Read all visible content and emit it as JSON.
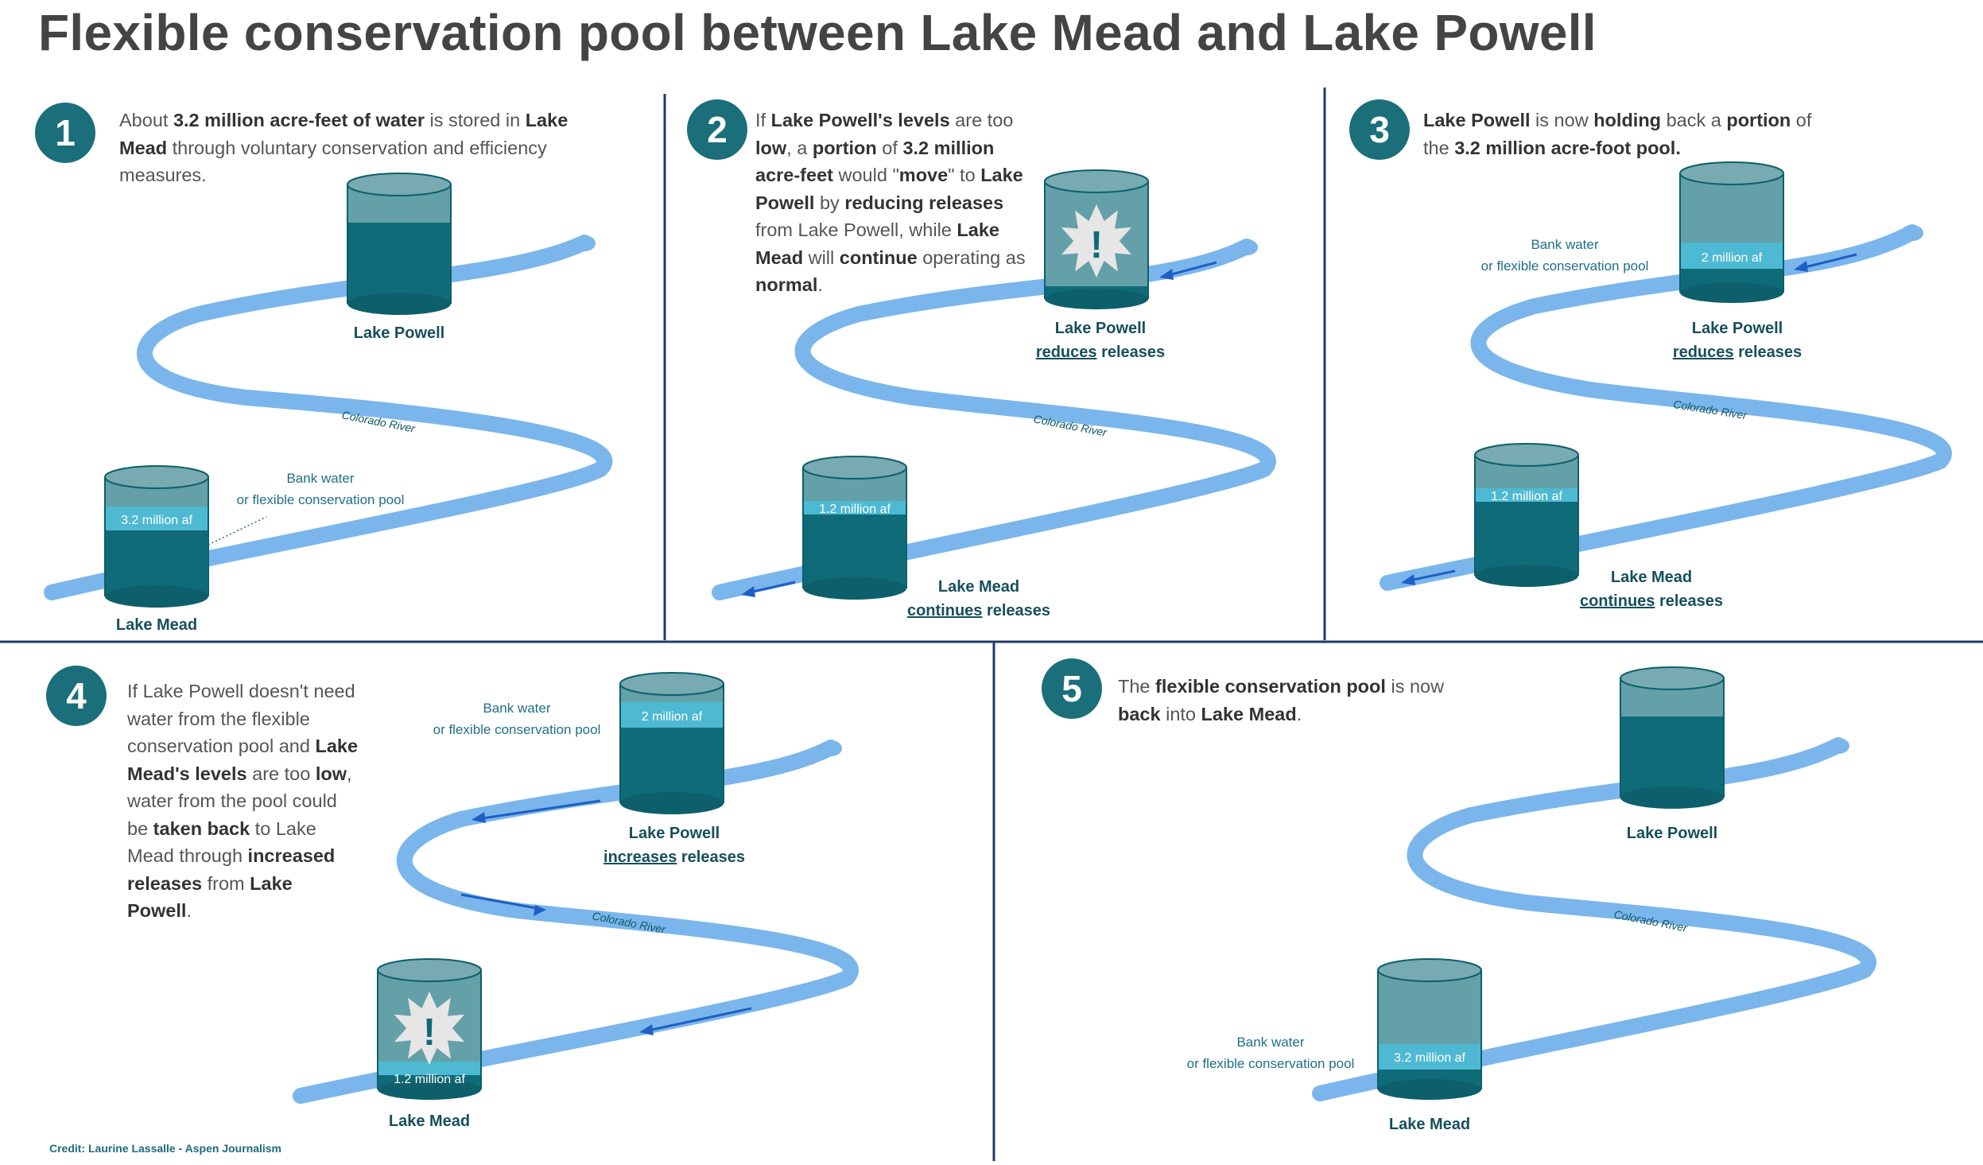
{
  "title": "Flexible conservation pool between Lake Mead and Lake Powell",
  "credit": "Credit: Laurine Lassalle - Aspen Journalism",
  "colors": {
    "teal_dark": "#0f6b78",
    "teal_light": "#64a0a8",
    "banked": "#4eb9d3",
    "river": "#7ab6ec",
    "arrow": "#1f5fc4",
    "divider": "#1f3a6b"
  },
  "labels": {
    "lake_powell": "Lake Powell",
    "lake_mead": "Lake Mead",
    "river": "Colorado River",
    "bank_line1": "Bank water",
    "bank_line2": "or flexible conservation pool",
    "reduces": "reduces",
    "increases": "increases",
    "continues": "continues",
    "releases": " releases",
    "af_32": "3.2 million af",
    "af_12": "1.2 million af",
    "af_2": "2 million af",
    "alert": "!"
  },
  "steps": [
    {
      "number": "1",
      "text": [
        {
          "t": "About ",
          "b": false
        },
        {
          "t": "3.2 million acre-feet of water",
          "b": true
        },
        {
          "t": " is stored in ",
          "b": false
        },
        {
          "t": "Lake Mead",
          "b": true
        },
        {
          "t": " through voluntary conservation and efficiency measures.",
          "b": false
        }
      ]
    },
    {
      "number": "2",
      "text": [
        {
          "t": "If ",
          "b": false
        },
        {
          "t": "Lake Powell's levels",
          "b": true
        },
        {
          "t": " are too ",
          "b": false
        },
        {
          "t": "low",
          "b": true
        },
        {
          "t": ", a ",
          "b": false
        },
        {
          "t": "portion",
          "b": true
        },
        {
          "t": " of ",
          "b": false
        },
        {
          "t": "3.2 million acre-feet",
          "b": true
        },
        {
          "t": " would \"",
          "b": false
        },
        {
          "t": "move",
          "b": true
        },
        {
          "t": "\" to ",
          "b": false
        },
        {
          "t": "Lake Powell",
          "b": true
        },
        {
          "t": " by ",
          "b": false
        },
        {
          "t": "reducing releases",
          "b": true
        },
        {
          "t": " from Lake Powell, while ",
          "b": false
        },
        {
          "t": "Lake Mead",
          "b": true
        },
        {
          "t": " will ",
          "b": false
        },
        {
          "t": "continue",
          "b": true
        },
        {
          "t": " operating as ",
          "b": false
        },
        {
          "t": "normal",
          "b": true
        },
        {
          "t": ".",
          "b": false
        }
      ]
    },
    {
      "number": "3",
      "text": [
        {
          "t": "Lake Powell",
          "b": true
        },
        {
          "t": " is now ",
          "b": false
        },
        {
          "t": "holding",
          "b": true
        },
        {
          "t": " back a ",
          "b": false
        },
        {
          "t": "portion",
          "b": true
        },
        {
          "t": " of the ",
          "b": false
        },
        {
          "t": "3.2 million acre-foot pool.",
          "b": true
        }
      ]
    },
    {
      "number": "4",
      "text": [
        {
          "t": "If Lake Powell doesn't need water from the flexible conservation pool and ",
          "b": false
        },
        {
          "t": "Lake Mead's levels",
          "b": true
        },
        {
          "t": " are too ",
          "b": false
        },
        {
          "t": "low",
          "b": true
        },
        {
          "t": ", water from the pool could be ",
          "b": false
        },
        {
          "t": "taken back",
          "b": true
        },
        {
          "t": " to Lake Mead through ",
          "b": false
        },
        {
          "t": "increased releases",
          "b": true
        },
        {
          "t": " from ",
          "b": false
        },
        {
          "t": "Lake Powell",
          "b": true
        },
        {
          "t": ".",
          "b": false
        }
      ]
    },
    {
      "number": "5",
      "text": [
        {
          "t": "The ",
          "b": false
        },
        {
          "t": "flexible conservation pool",
          "b": true
        },
        {
          "t": " is now ",
          "b": false
        },
        {
          "t": "back",
          "b": true
        },
        {
          "t": " into ",
          "b": false
        },
        {
          "t": "Lake Mead",
          "b": true
        },
        {
          "t": ".",
          "b": false
        }
      ]
    }
  ]
}
